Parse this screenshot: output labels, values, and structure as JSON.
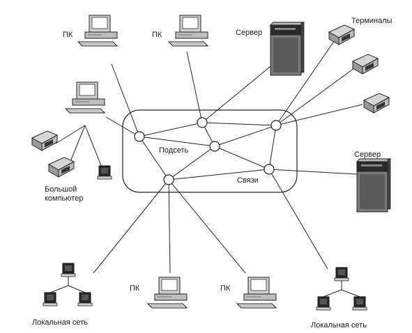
{
  "labels": {
    "pc": "ПК",
    "server": "Сервер",
    "terminals": "Терминалы",
    "subnet": "Подсеть",
    "links": "Связи",
    "mainframe_line1": "Большой",
    "mainframe_line2": "компьютер",
    "lan": "Локальная сеть"
  }
}
